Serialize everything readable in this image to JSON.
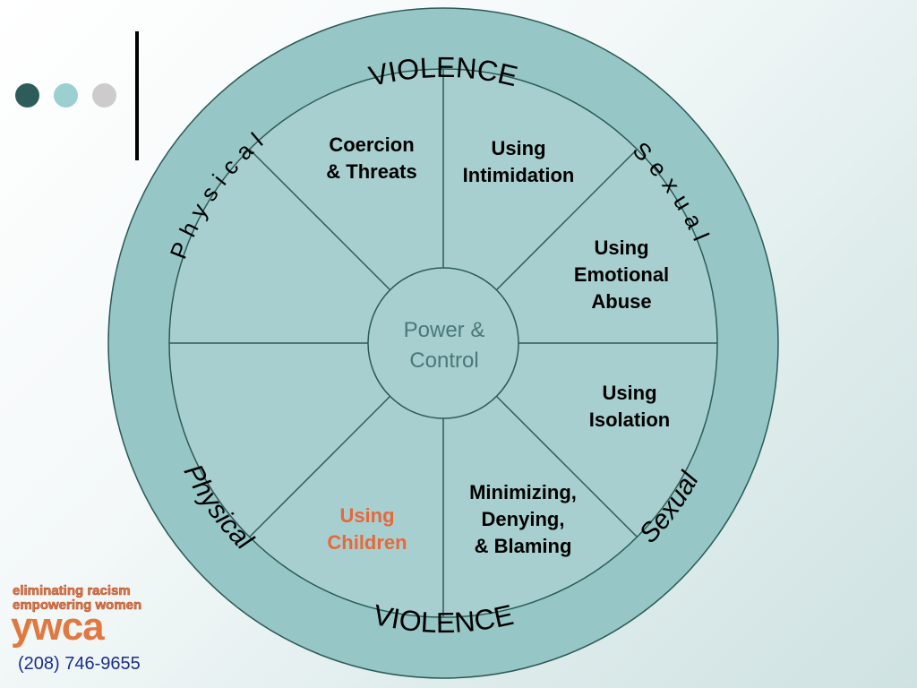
{
  "nav_dots": [
    {
      "color": "#2e5c5a"
    },
    {
      "color": "#9ccfcf"
    },
    {
      "color": "#cccccc"
    }
  ],
  "wheel": {
    "outer_ring": {
      "top": "VIOLENCE",
      "bottom": "VIOLENCE",
      "top_left": "Physical",
      "top_right": "Sexual",
      "bottom_left": "Physical",
      "bottom_right": "Sexual"
    },
    "center": {
      "line1": "Power &",
      "line2": "Control"
    },
    "spokes": [
      {
        "lines": [
          "Coercion",
          "& Threats"
        ]
      },
      {
        "lines": [
          "Using",
          "Intimidation"
        ]
      },
      {
        "lines": [
          "Using",
          "Emotional",
          "Abuse"
        ]
      },
      {
        "lines": [
          "Using",
          "Isolation"
        ]
      },
      {
        "lines": [
          "Minimizing,",
          "Denying,",
          "& Blaming"
        ]
      },
      {
        "lines": [
          "Using",
          "Children"
        ],
        "color": "#e8683a"
      }
    ],
    "colors": {
      "fill": "#a7cfcf",
      "ring": "#96c6c6",
      "stroke": "#2c5b56"
    }
  },
  "footer": {
    "logo_line1": "eliminating racism",
    "logo_line2": "empowering women",
    "logo_brand": "ywca",
    "phone": "(208) 746-9655"
  }
}
